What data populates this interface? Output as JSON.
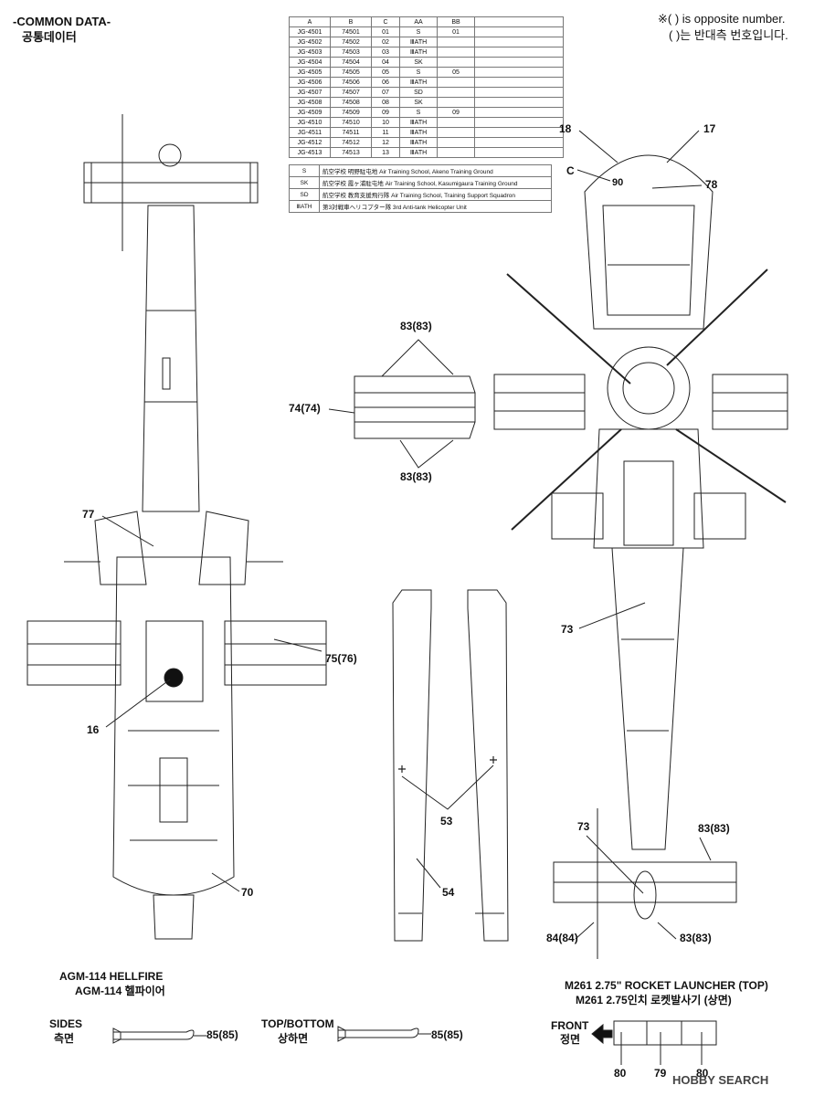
{
  "header": {
    "title_en": "-COMMON DATA-",
    "title_ko": "공통데이터"
  },
  "note": {
    "en": "※( ) is opposite number.",
    "ko": "( )는 반대측 번호입니다."
  },
  "code_table": {
    "columns": [
      "A",
      "B",
      "C",
      "AA",
      "BB"
    ],
    "rows": [
      [
        "JG-4501",
        "74501",
        "01",
        "S",
        "01"
      ],
      [
        "JG-4502",
        "74502",
        "02",
        "ⅢATH",
        ""
      ],
      [
        "JG-4503",
        "74503",
        "03",
        "ⅢATH",
        ""
      ],
      [
        "JG-4504",
        "74504",
        "04",
        "SK",
        ""
      ],
      [
        "JG-4505",
        "74505",
        "05",
        "S",
        "05"
      ],
      [
        "JG-4506",
        "74506",
        "06",
        "ⅢATH",
        ""
      ],
      [
        "JG-4507",
        "74507",
        "07",
        "SD",
        ""
      ],
      [
        "JG-4508",
        "74508",
        "08",
        "SK",
        ""
      ],
      [
        "JG-4509",
        "74509",
        "09",
        "S",
        "09"
      ],
      [
        "JG-4510",
        "74510",
        "10",
        "ⅢATH",
        ""
      ],
      [
        "JG-4511",
        "74511",
        "11",
        "ⅢATH",
        ""
      ],
      [
        "JG-4512",
        "74512",
        "12",
        "ⅢATH",
        ""
      ],
      [
        "JG-4513",
        "74513",
        "13",
        "ⅢATH",
        ""
      ]
    ]
  },
  "legend_table": [
    {
      "code": "S",
      "desc": "航空学校 明野駐屯地 Air Training School, Akeno Training Ground"
    },
    {
      "code": "SK",
      "desc": "航空学校 霞ヶ浦駐屯地 Air Training School, Kasumigaura Training Ground"
    },
    {
      "code": "SD",
      "desc": "航空学校 教育支援飛行隊 Air Training School, Training Support Squadron"
    },
    {
      "code": "ⅢATH",
      "desc": "第3対戦車ヘリコプター隊 3rd Anti-tank Helicopter Unit"
    }
  ],
  "callouts": {
    "c18": "18",
    "c17": "17",
    "cC": "C",
    "c90": "90",
    "c78": "78",
    "c83a": "83(83)",
    "c74": "74(74)",
    "c83b": "83(83)",
    "c77": "77",
    "c73a": "73",
    "c75": "75(76)",
    "c16": "16",
    "c53": "53",
    "c54": "54",
    "c70": "70",
    "c73b": "73",
    "c83c": "83(83)",
    "c84": "84(84)",
    "c83d": "83(83)",
    "c85a": "85(85)",
    "c85b": "85(85)",
    "c80a": "80",
    "c79": "79",
    "c80b": "80"
  },
  "sections": {
    "hellfire_en": "AGM-114 HELLFIRE",
    "hellfire_ko": "AGM-114 헬파이어",
    "sides_en": "SIDES",
    "sides_ko": "측면",
    "topbottom_en": "TOP/BOTTOM",
    "topbottom_ko": "상하면",
    "rocket_en": "M261 2.75\" ROCKET LAUNCHER (TOP)",
    "rocket_ko": "M261 2.75인치 로켓발사기 (상면)",
    "front_en": "FRONT",
    "front_ko": "정면"
  },
  "watermark": "HOBBY SEARCH"
}
